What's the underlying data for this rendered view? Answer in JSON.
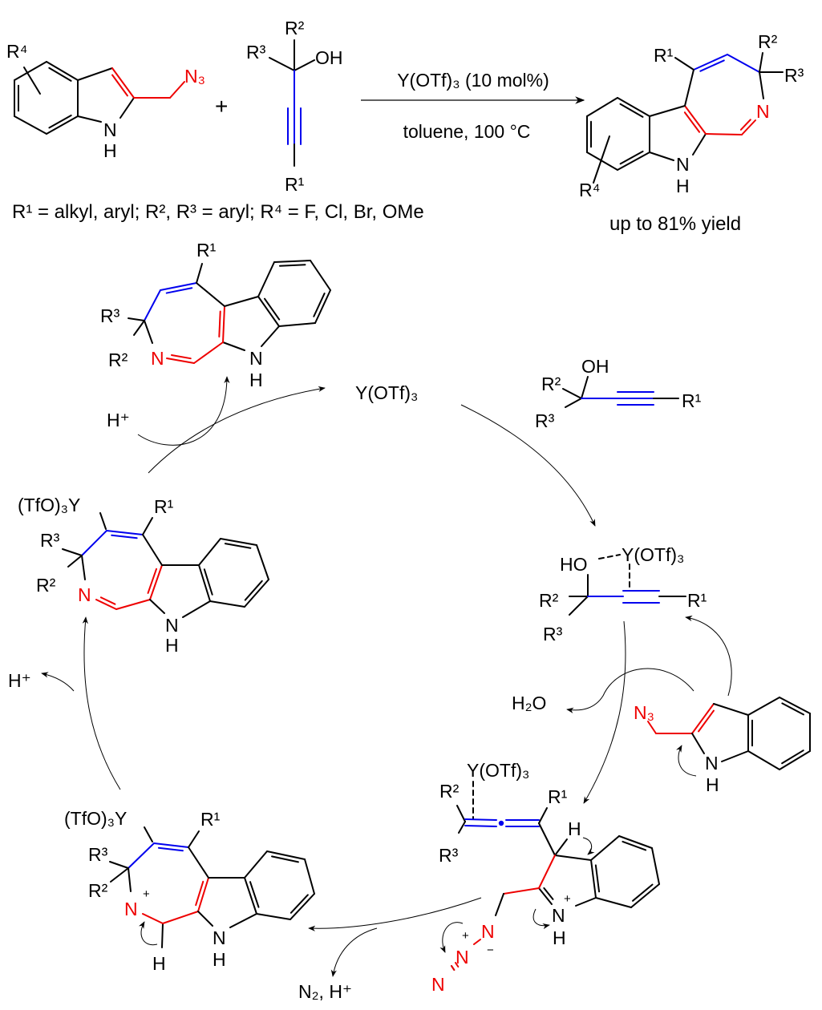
{
  "colors": {
    "bond": "#000000",
    "highlight_red": "#ee0000",
    "highlight_blue": "#0000ee"
  },
  "reaction": {
    "plus": "+",
    "reagent": "Y(OTf)₃ (10 mol%)",
    "conditions": "toluene, 100 °C",
    "substituents": "R¹ = alkyl, aryl; R², R³ = aryl; R⁴ = F, Cl, Br, OMe",
    "yield": "up to 81% yield"
  },
  "sm_indole": {
    "labels": [
      "R⁴",
      "N₃",
      "N",
      "H"
    ]
  },
  "sm_alkynol": {
    "labels": [
      "R²",
      "R³",
      "OH",
      "R¹"
    ]
  },
  "product": {
    "labels": [
      "R¹",
      "R²",
      "R³",
      "N",
      "N",
      "H",
      "R⁴"
    ]
  },
  "cycle": {
    "catalyst": "Y(OTf)₃",
    "released_proton": "H⁺",
    "water": "H₂O",
    "byproducts": "N₂, H⁺",
    "released_proton_left": "H⁺",
    "product": {
      "labels": [
        "R¹",
        "R³",
        "R²",
        "N",
        "N",
        "H"
      ]
    },
    "alkynol": {
      "labels": [
        "OH",
        "R²",
        "R³",
        "R¹"
      ]
    },
    "alkyne_complex": {
      "labels": [
        "HO",
        "Y(OTf)₃",
        "R²",
        "R³",
        "R¹"
      ]
    },
    "indole_azide": {
      "labels": [
        "N₃",
        "N",
        "H"
      ]
    },
    "allene_intermediate": {
      "labels": [
        "Y(OTf)₃",
        "R²",
        "R³",
        "R¹",
        "H",
        "N",
        "+",
        "H",
        "N",
        "−",
        "N",
        "+",
        "N"
      ]
    },
    "iminium_intermediate": {
      "labels": [
        "(TfO)₃Y",
        "R¹",
        "R³",
        "R²",
        "N",
        "+",
        "H",
        "N",
        "H"
      ]
    },
    "yttrium_azepine": {
      "labels": [
        "(TfO)₃Y",
        "R¹",
        "R³",
        "R²",
        "N",
        "N",
        "H"
      ]
    }
  }
}
